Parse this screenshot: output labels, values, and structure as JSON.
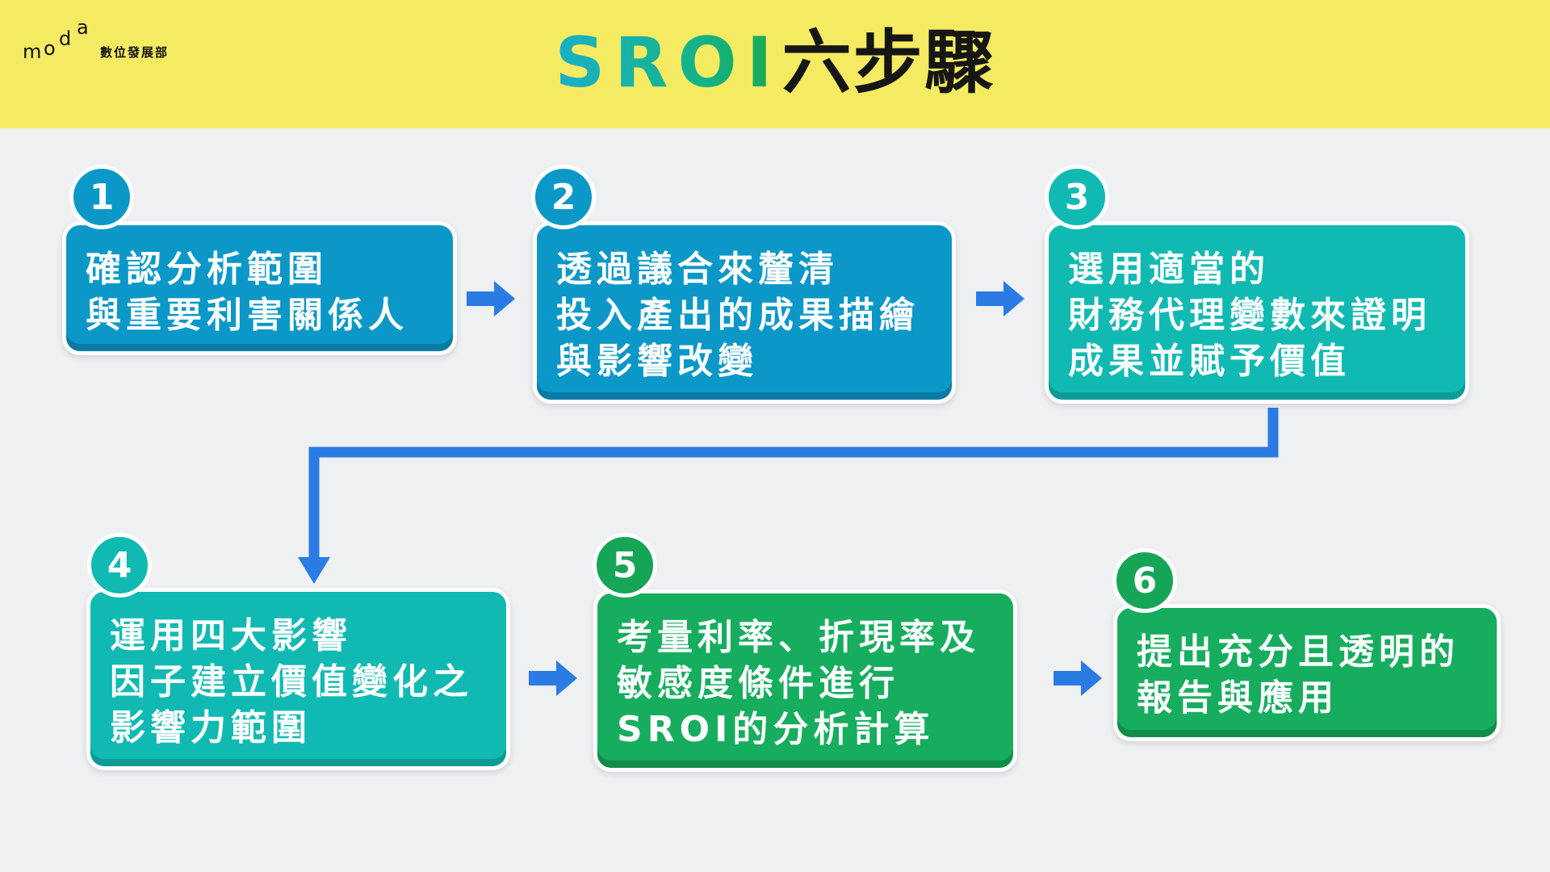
{
  "header": {
    "logo_mark": "moda",
    "ministry": "數位發展部",
    "title_latin": "SROI",
    "title_cn": "六步驟"
  },
  "steps": [
    {
      "number": "1",
      "text": "確認分析範圍\n與重要利害關係人",
      "color": "#0b98c8"
    },
    {
      "number": "2",
      "text": "透過議合來釐清\n投入產出的成果描繪\n與影響改變",
      "color": "#0b98c8"
    },
    {
      "number": "3",
      "text": "選用適當的\n財務代理變數來證明\n成果並賦予價值",
      "color": "#10bab2"
    },
    {
      "number": "4",
      "text": "運用四大影響\n因子建立價值變化之\n影響力範圍",
      "color": "#10bab2"
    },
    {
      "number": "5",
      "text": "考量利率、折現率及\n敏感度條件進行\nSROI的分析計算",
      "color": "#16ad5e"
    },
    {
      "number": "6",
      "text": "提出充分且透明的\n報告與應用",
      "color": "#16ad5e"
    }
  ],
  "colors": {
    "header_bg": "#f5eb62",
    "page_bg": "#eff0f2",
    "arrow": "#2a7be4"
  }
}
